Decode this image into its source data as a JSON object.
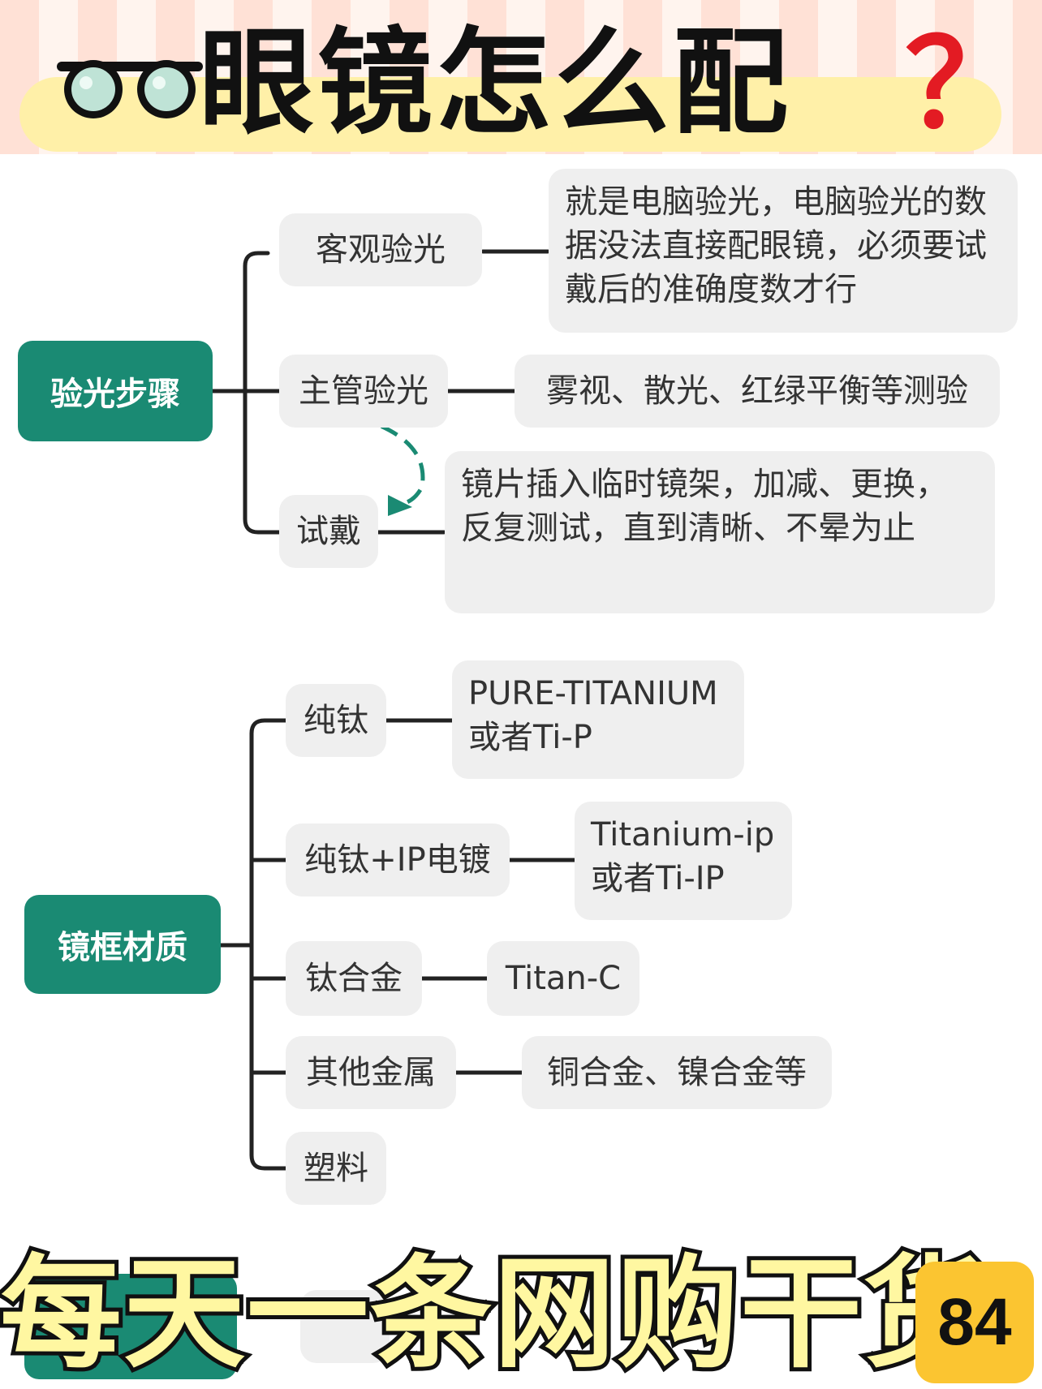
{
  "header": {
    "title": "眼镜怎么配",
    "question_mark": "？",
    "glasses_icon": "sunglasses-icon"
  },
  "section1": {
    "root": "验光步骤",
    "items": [
      {
        "label": "客观验光",
        "detail": "就是电脑验光，电脑验光的数据没法直接配眼镜，必须要试戴后的准确度数才行"
      },
      {
        "label": "主管验光",
        "detail": "雾视、散光、红绿平衡等测验"
      },
      {
        "label": "试戴",
        "detail": "镜片插入临时镜架，加减、更换，反复测试，直到清晰、不晕为止"
      }
    ]
  },
  "section2": {
    "root": "镜框材质",
    "items": [
      {
        "label": "纯钛",
        "detail": "PURE-TITANIUM 或者Ti-P"
      },
      {
        "label": "纯钛+IP电镀",
        "detail": "Titanium-ip 或者Ti-IP"
      },
      {
        "label": "钛合金",
        "detail": "Titan-C"
      },
      {
        "label": "其他金属",
        "detail": "铜合金、镍合金等"
      },
      {
        "label": "塑料",
        "detail": ""
      }
    ]
  },
  "footer": {
    "slogan": "每天一条网购干货",
    "number": "84"
  },
  "colors": {
    "root_green": "#1a8a73",
    "box_gray": "#efefef",
    "question_red": "#e31b23",
    "badge_yellow": "#fbc531",
    "band_yellow": "#fff0a8"
  }
}
